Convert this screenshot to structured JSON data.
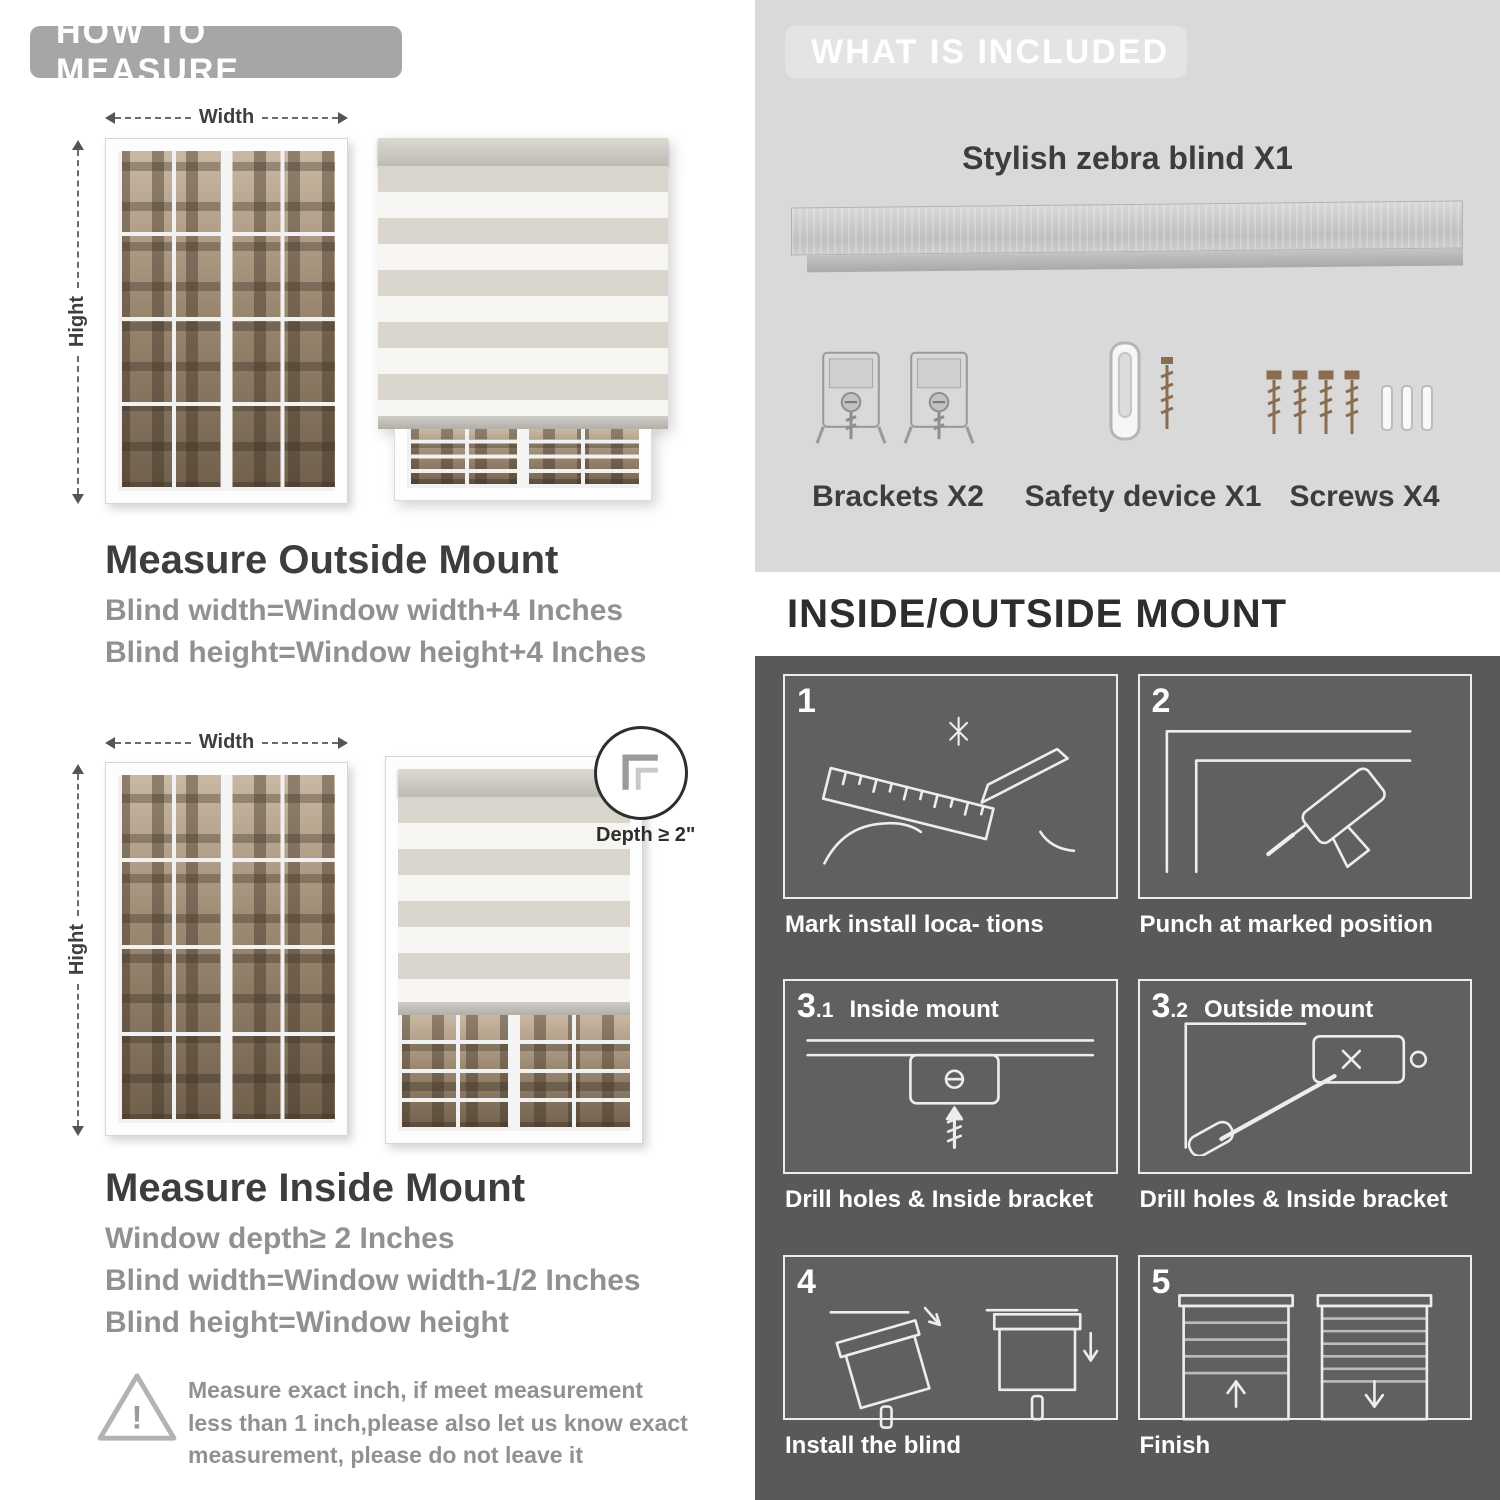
{
  "colors": {
    "banner_gray": "#a6a6a6",
    "light_panel": "#d9d9d9",
    "dark_panel": "#59595b",
    "heading_dark": "#3d3d3d",
    "body_gray": "#919191",
    "white": "#ffffff"
  },
  "icons": {
    "warning_glyph": "!"
  },
  "left": {
    "banner": "HOW TO MEASURE",
    "outside": {
      "width_label": "Width",
      "height_label": "Hight",
      "heading": "Measure Outside Mount",
      "lines": [
        "Blind width=Window width+4 Inches",
        "Blind height=Window height+4 Inches"
      ]
    },
    "inside": {
      "width_label": "Width",
      "height_label": "Hight",
      "depth_callout": "Depth ≥ 2\"",
      "heading": "Measure Inside Mount",
      "lines": [
        "Window depth≥ 2 Inches",
        "Blind width=Window width-1/2 Inches",
        "Blind height=Window height"
      ]
    },
    "note": "Measure exact inch, if meet measurement less than 1 inch,please also let us know exact measurement, please do not leave it"
  },
  "right": {
    "included": {
      "banner": "WHAT IS INCLUDED",
      "product_label": "Stylish zebra blind X1",
      "items": [
        {
          "label": "Brackets X2"
        },
        {
          "label": "Safety device X1"
        },
        {
          "label": "Screws X4"
        }
      ]
    },
    "mount": {
      "heading": "INSIDE/OUTSIDE MOUNT",
      "steps": [
        {
          "num": "1",
          "sub": "",
          "inner_label": "",
          "caption": "Mark install loca- tions"
        },
        {
          "num": "2",
          "sub": "",
          "inner_label": "",
          "caption": "Punch at marked position"
        },
        {
          "num": "3",
          "sub": ".1",
          "inner_label": "Inside mount",
          "caption": "Drill holes & Inside bracket"
        },
        {
          "num": "3",
          "sub": ".2",
          "inner_label": "Outside mount",
          "caption": "Drill holes & Inside bracket"
        },
        {
          "num": "4",
          "sub": "",
          "inner_label": "",
          "caption": "Install the blind"
        },
        {
          "num": "5",
          "sub": "",
          "inner_label": "",
          "caption": "Finish"
        }
      ]
    }
  }
}
